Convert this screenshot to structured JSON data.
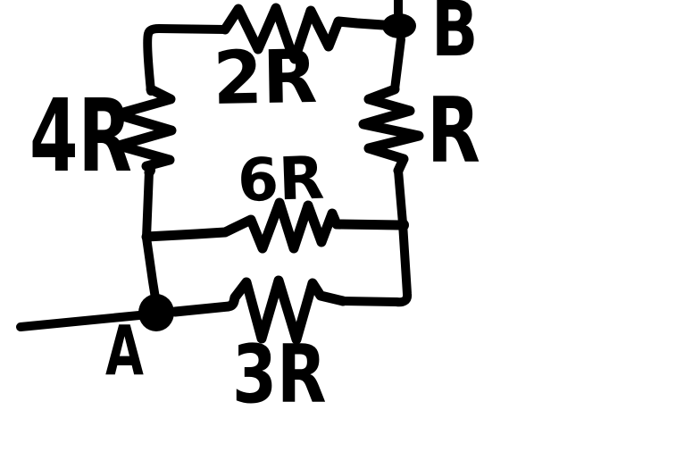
{
  "figure": {
    "kind": "hand-drawn resistor network circuit diagram",
    "ink_color": "#000000",
    "background_color": "#ffffff"
  },
  "circuit": {
    "resistors": [
      {
        "label": "2R",
        "position": "top branch between top-left corner and node B"
      },
      {
        "label": "4R",
        "position": "left vertical branch"
      },
      {
        "label": "R",
        "position": "right vertical branch below node B"
      },
      {
        "label": "6R",
        "position": "middle horizontal branch"
      },
      {
        "label": "3R",
        "position": "bottom horizontal branch right of node A"
      }
    ],
    "terminals": [
      {
        "label": "A",
        "position": "bottom-left junction dot with external lead"
      },
      {
        "label": "B",
        "position": "top-right junction dot with stub to image edge"
      }
    ]
  }
}
